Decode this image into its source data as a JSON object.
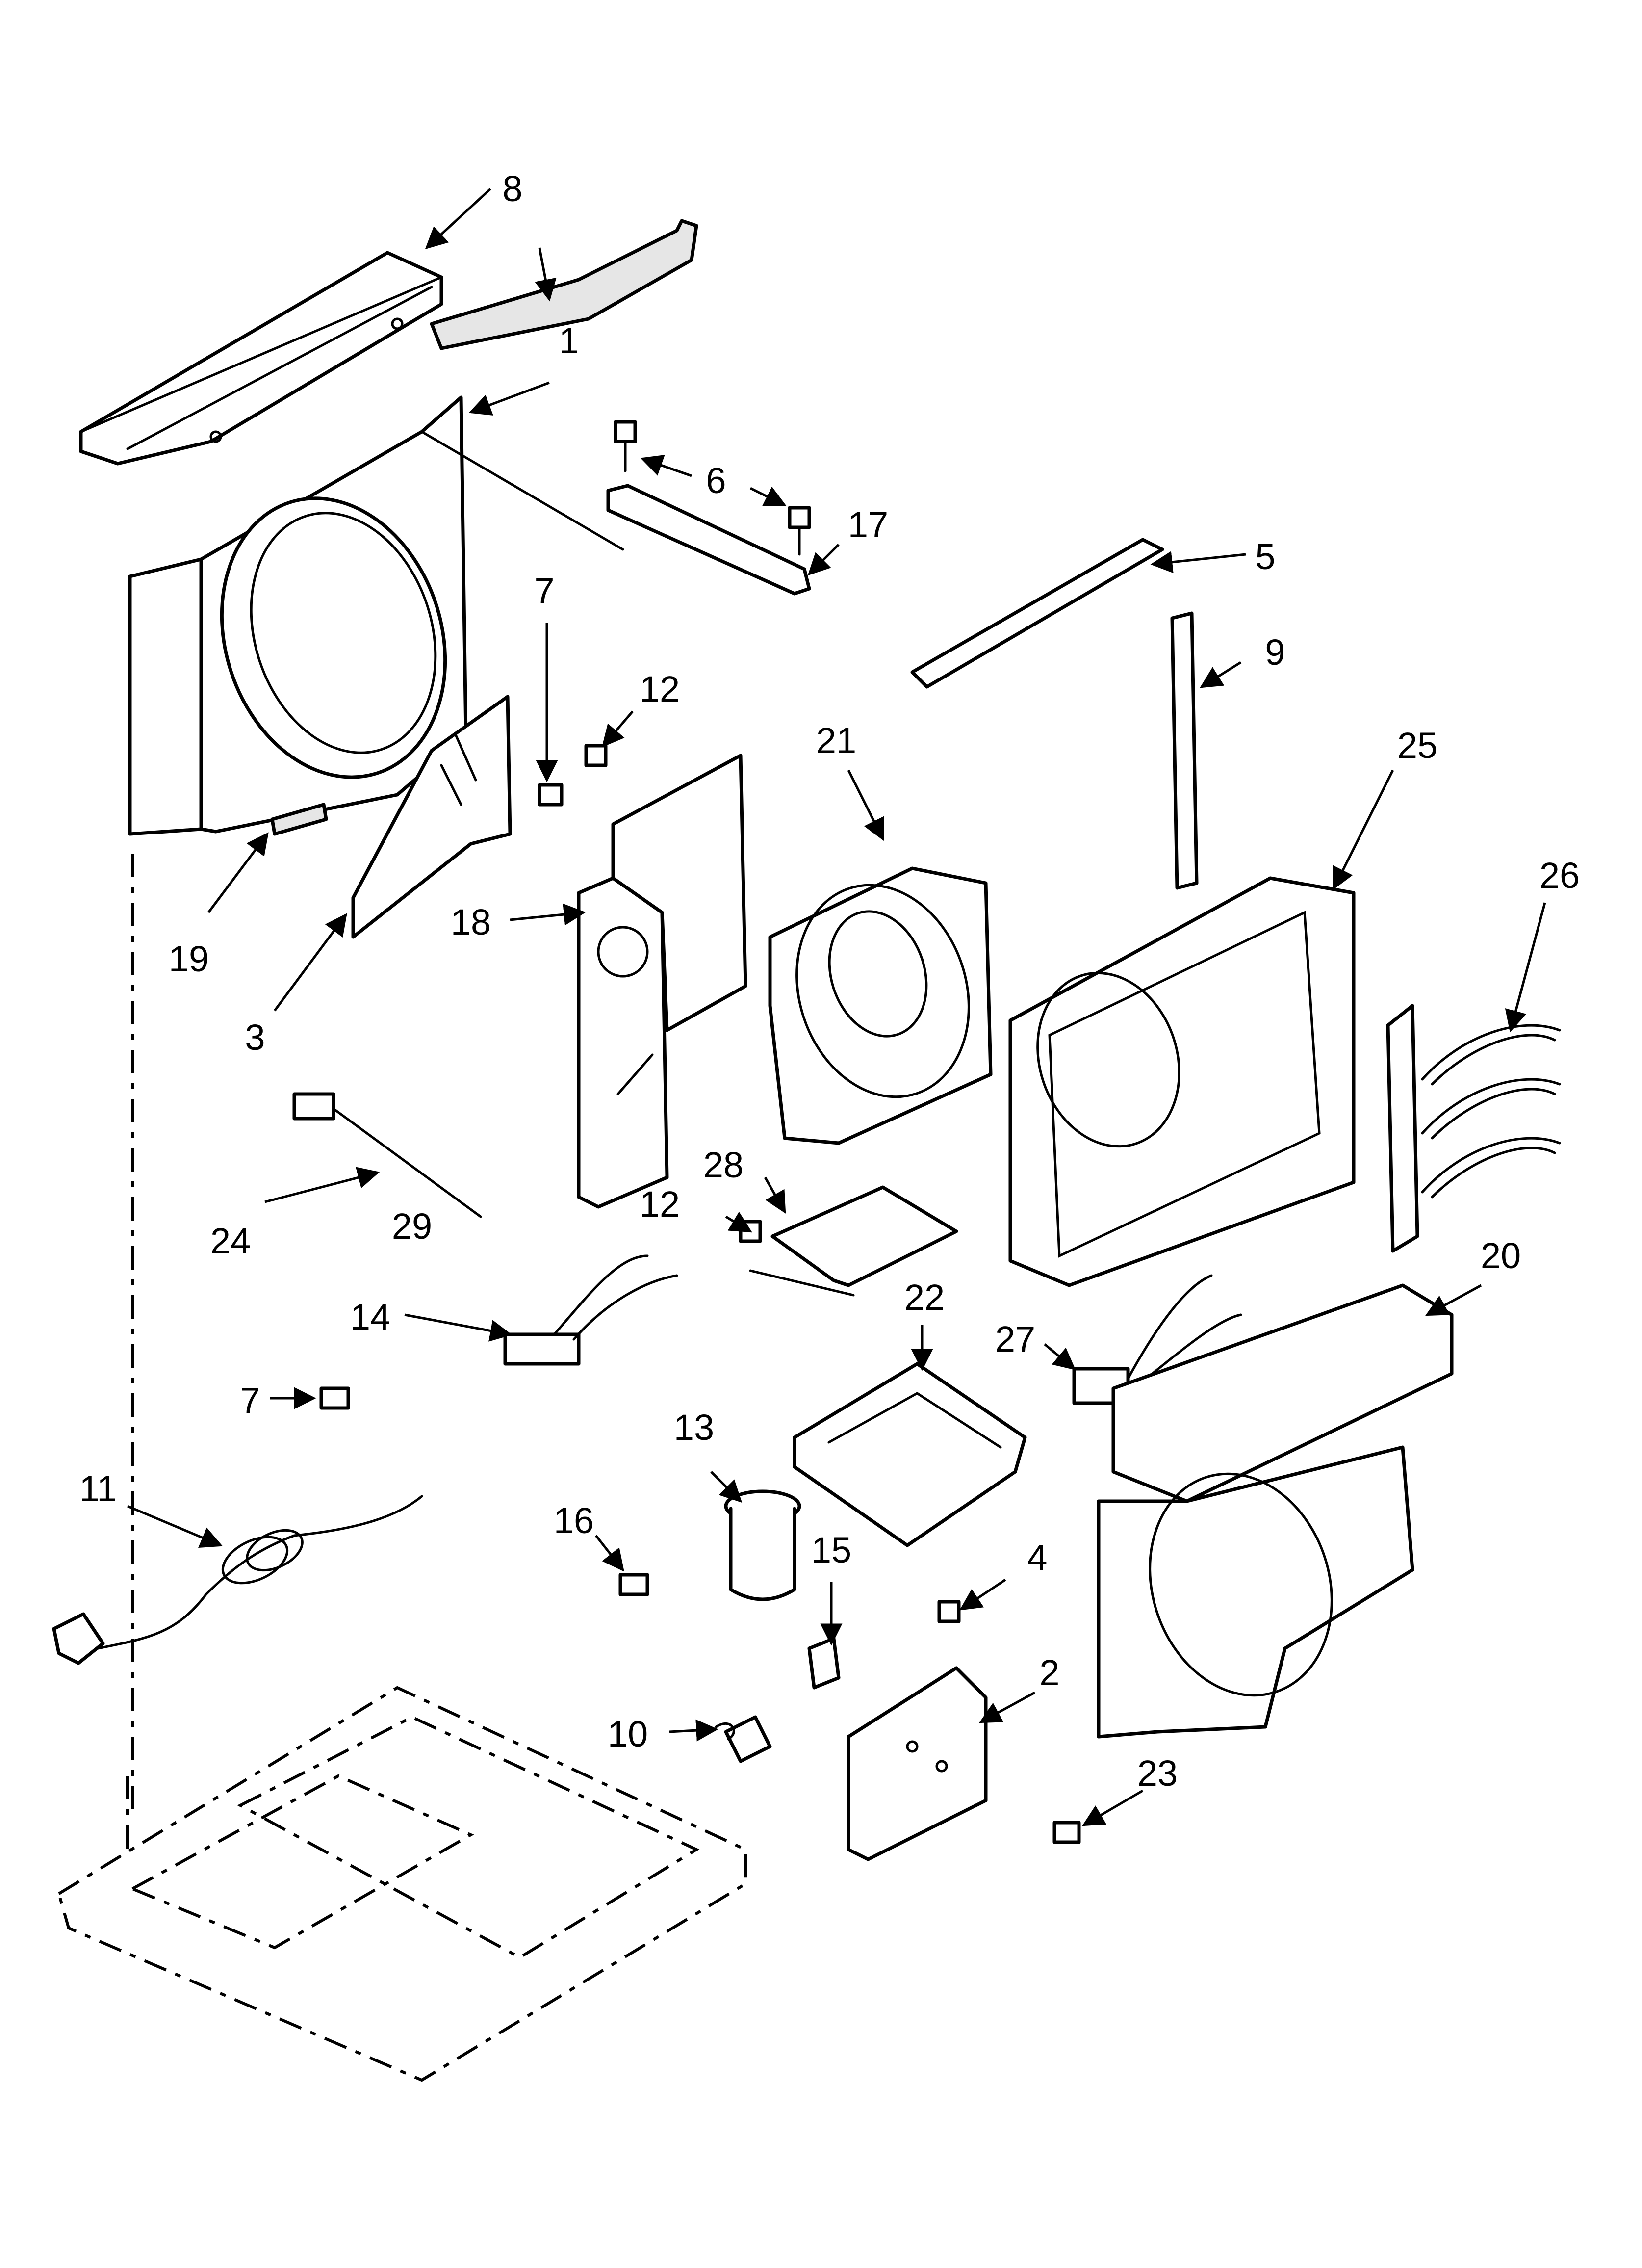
{
  "callouts": [
    "1",
    "2",
    "3",
    "4",
    "5",
    "6",
    "7",
    "7",
    "8",
    "9",
    "10",
    "11",
    "12",
    "12",
    "13",
    "14",
    "15",
    "16",
    "17",
    "18",
    "19",
    "20",
    "21",
    "22",
    "23",
    "24",
    "25",
    "26",
    "27",
    "28",
    "29"
  ]
}
